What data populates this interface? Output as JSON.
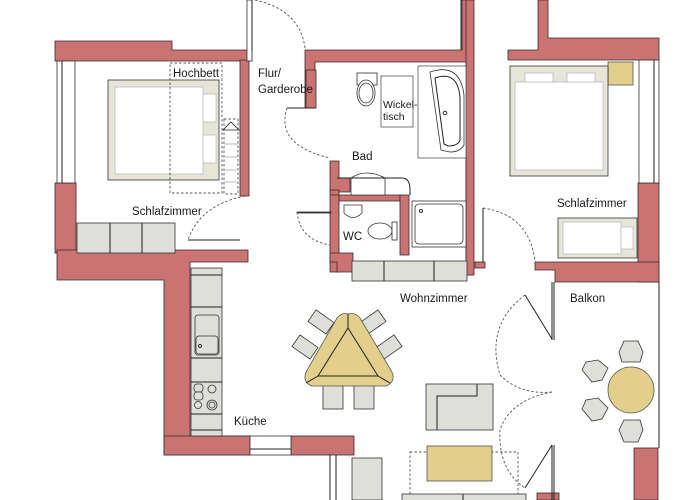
{
  "plan": {
    "type": "apartment floor plan",
    "colors": {
      "wall": "#c97472",
      "furniture": "#dedfd8",
      "accent_wood": "#e3cf8c",
      "background": "#ffffff"
    },
    "rooms": [
      {
        "id": "hochbett",
        "label": "Hochbett"
      },
      {
        "id": "flur",
        "label_line1": "Flur/",
        "label_line2": "Garderobe"
      },
      {
        "id": "wickeltisch",
        "label_line1": "Wickel-",
        "label_line2": "tisch"
      },
      {
        "id": "bad",
        "label": "Bad"
      },
      {
        "id": "wc",
        "label": "WC"
      },
      {
        "id": "schlafzimmer_left",
        "label": "Schlafzimmer"
      },
      {
        "id": "schlafzimmer_right",
        "label": "Schlafzimmer"
      },
      {
        "id": "wohnzimmer",
        "label": "Wohnzimmer"
      },
      {
        "id": "balkon",
        "label": "Balkon"
      },
      {
        "id": "kueche",
        "label": "Küche"
      }
    ]
  }
}
